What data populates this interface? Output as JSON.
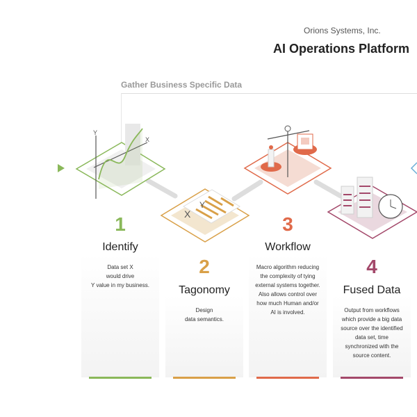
{
  "header": {
    "company": "Orions Systems, Inc.",
    "title": "AI Operations Platform"
  },
  "gather_label": "Gather Business Specific Data",
  "steps": [
    {
      "number": "1",
      "name": "Identify",
      "lines": [
        "Data set X",
        "would drive",
        "Y value in my business."
      ],
      "color": "#8ab85a"
    },
    {
      "number": "2",
      "name": "Tagonomy",
      "lines": [
        "Design",
        "data semantics."
      ],
      "color": "#d9a048"
    },
    {
      "number": "3",
      "name": "Workflow",
      "lines": [
        "Macro algorithm reducing",
        "the complexity of tying",
        "external systems together.",
        "Also allows control over",
        "how much Human and/or",
        "AI is involved."
      ],
      "color": "#e06a4a"
    },
    {
      "number": "4",
      "name": "Fused Data",
      "lines": [
        "Output from workflows",
        "which provide a big data",
        "source over the identified",
        "data set, time",
        "synchronized with the",
        "source content."
      ],
      "color": "#a3486a"
    }
  ],
  "graph_axes": {
    "x": "X",
    "y": "Y"
  },
  "tag_letters": {
    "x": "X",
    "y": "Y"
  },
  "colors": {
    "arrow": "#8ab85a",
    "next": "#6aaed6"
  }
}
